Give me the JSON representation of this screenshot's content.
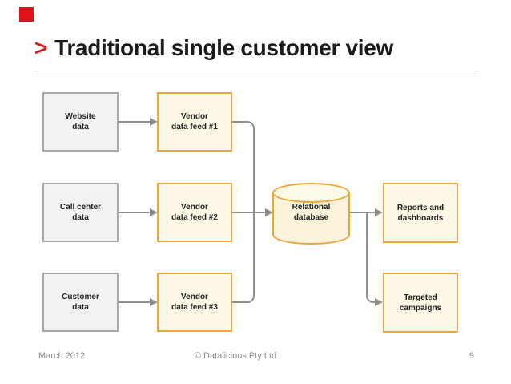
{
  "slide": {
    "logo": {
      "color": "#E2121B"
    },
    "title": {
      "chevron": ">",
      "text": "Traditional single customer view"
    }
  },
  "diagram": {
    "sources": [
      {
        "line1": "Website",
        "line2": "data"
      },
      {
        "line1": "Call center",
        "line2": "data"
      },
      {
        "line1": "Customer",
        "line2": "data"
      }
    ],
    "feeds": [
      {
        "line1": "Vendor",
        "line2": "data feed #1"
      },
      {
        "line1": "Vendor",
        "line2": "data feed #2"
      },
      {
        "line1": "Vendor",
        "line2": "data feed #3"
      }
    ],
    "database": {
      "line1": "Relational",
      "line2": "database"
    },
    "outputs": [
      {
        "line1": "Reports and",
        "line2": "dashboards"
      },
      {
        "line1": "Targeted",
        "line2": "campaigns"
      }
    ]
  },
  "colors": {
    "accent_red": "#E2121B",
    "source_fill": "#F2F2F0",
    "source_border": "#A8A8A8",
    "node_fill": "#FEF9E6",
    "node_border": "#ECA63B",
    "connector": "#8F8F8F",
    "title_text": "#1B1B1B",
    "footer_text": "#8A8A8A"
  },
  "footer": {
    "date": "March 2012",
    "copyright": "© Datalicious Pty Ltd",
    "page": "9"
  }
}
